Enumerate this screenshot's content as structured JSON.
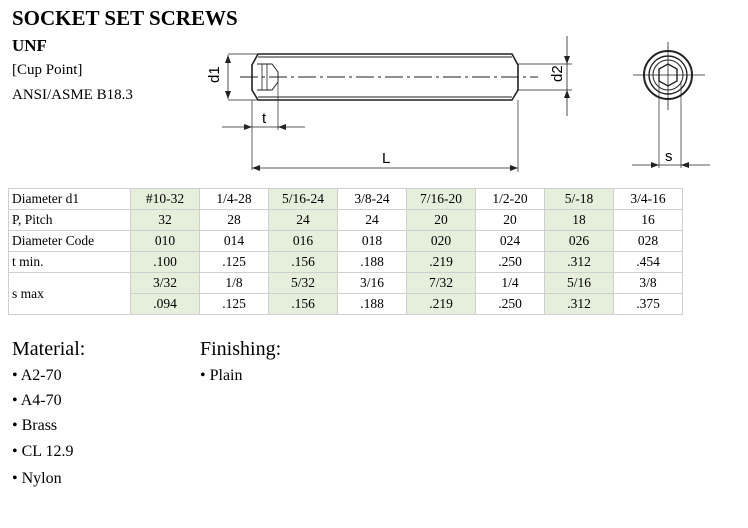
{
  "title": "SOCKET SET SCREWS",
  "subtitle": "UNF",
  "point_type": "[Cup Point]",
  "standard": "ANSI/ASME B18.3",
  "drawing": {
    "labels": {
      "d1": "d1",
      "d2": "d2",
      "t": "t",
      "L": "L",
      "s": "s"
    }
  },
  "table": {
    "rows": [
      {
        "label": "Diameter d1",
        "values": [
          "#10-32",
          "1/4-28",
          "5/16-24",
          "3/8-24",
          "7/16-20",
          "1/2-20",
          "5/-18",
          "3/4-16"
        ]
      },
      {
        "label": "P, Pitch",
        "values": [
          "32",
          "28",
          "24",
          "24",
          "20",
          "20",
          "18",
          "16"
        ]
      },
      {
        "label": "Diameter Code",
        "values": [
          "010",
          "014",
          "016",
          "018",
          "020",
          "024",
          "026",
          "028"
        ]
      },
      {
        "label": "t min.",
        "values": [
          ".100",
          ".125",
          ".156",
          ".188",
          ".219",
          ".250",
          ".312",
          ".454"
        ]
      }
    ],
    "s_max": {
      "label": "s max",
      "fraction": [
        "3/32",
        "1/8",
        "5/32",
        "3/16",
        "7/32",
        "1/4",
        "5/16",
        "3/8"
      ],
      "decimal": [
        ".094",
        ".125",
        ".156",
        ".188",
        ".219",
        ".250",
        ".312",
        ".375"
      ]
    },
    "highlight_color": "#e5efdb"
  },
  "material": {
    "heading": "Material:",
    "items": [
      "• A2-70",
      "• A4-70",
      "• Brass",
      "• CL 12.9",
      "• Nylon"
    ]
  },
  "finishing": {
    "heading": "Finishing:",
    "items": [
      "• Plain"
    ]
  }
}
